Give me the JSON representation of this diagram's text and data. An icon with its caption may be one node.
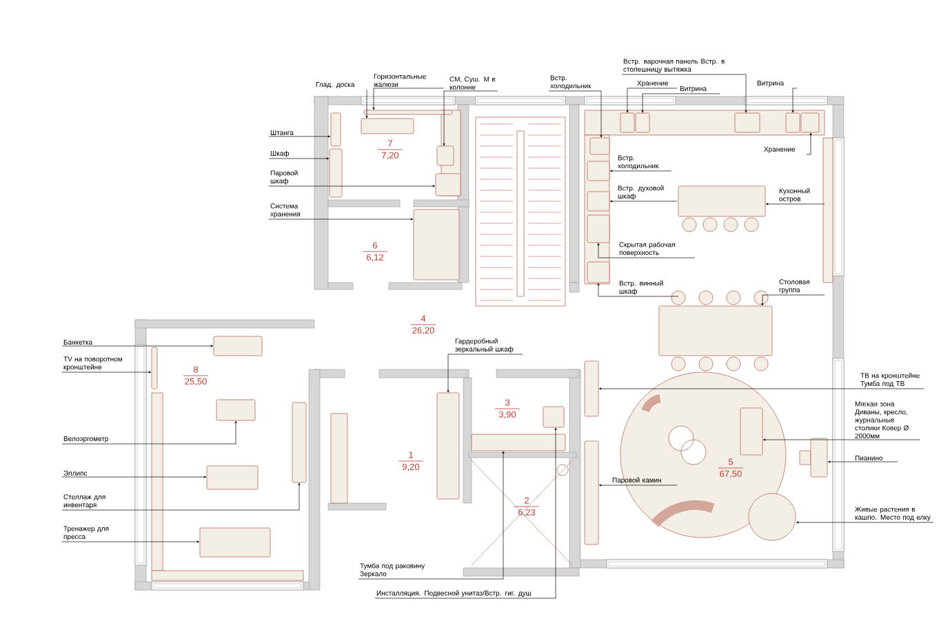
{
  "diagram": {
    "nodes": [
      {
        "text": [
          "Глад. доска"
        ]
      },
      {
        "text": [
          "Горизонтальные жалюзи"
        ]
      },
      {
        "text": [
          "СМ, Суш. М в колонне"
        ]
      },
      {
        "text": [
          "Встр. холодильник"
        ]
      },
      {
        "text": [
          "Встр. варочная панель Встр. в столешницу вытяжка"
        ]
      },
      {
        "text": [
          "Хранение"
        ]
      },
      {
        "text": [
          "Витрина"
        ]
      },
      {
        "text": [
          "Витрина"
        ]
      },
      {
        "text": [
          "Хранение"
        ]
      },
      {
        "text": [
          "Встр. холодильник"
        ]
      },
      {
        "text": [
          "Встр. духовой шкаф"
        ]
      },
      {
        "text": [
          "Кухонный остров"
        ]
      },
      {
        "text": [
          "Скрытая рабочая поверхность"
        ]
      },
      {
        "text": [
          "Встр. винный шкаф"
        ]
      },
      {
        "text": [
          "Столовая группа"
        ]
      },
      {
        "text": [
          "Штанга"
        ]
      },
      {
        "text": [
          "Шкаф"
        ]
      },
      {
        "text": [
          "Паровой шкаф"
        ]
      },
      {
        "text": [
          "Система хранения"
        ]
      },
      {
        "text": [
          "Банкетка"
        ]
      },
      {
        "text": [
          "TV на поворотном кронштейне"
        ]
      },
      {
        "text": [
          "Велоэргометр"
        ]
      },
      {
        "text": [
          "Эллипс"
        ]
      },
      {
        "text": [
          "Стеллаж для инвентаря"
        ]
      },
      {
        "text": [
          "Тренажер для пресса"
        ]
      },
      {
        "text": [
          "Гардеробный зеркальный шкаф"
        ]
      },
      {
        "text": [
          "Тумба под раковину Зеркало"
        ]
      },
      {
        "text": [
          "Инсталляция. Подвесной унитаз/Встр. гиг. душ"
        ]
      },
      {
        "text": [
          "Паровой камин"
        ]
      },
      {
        "text": [
          "ТВ на кронштейне Тумба под ТВ"
        ]
      },
      {
        "text": [
          "Мягкая зона Диваны, кресло, журнальные столики Ковер Ø 2000мм"
        ]
      },
      {
        "text": [
          "Пианино"
        ]
      },
      {
        "text": [
          "Живые растения в кашпо. Место под елку"
        ]
      },
      {
        "text": [],
        "shape": "box"
      },
      {
        "text": [],
        "shape": "box"
      },
      {
        "text": [],
        "shape": "box"
      },
      {
        "text": [],
        "shape": "box"
      },
      {
        "text": [],
        "shape": "box"
      },
      {
        "text": [],
        "shape": "box"
      },
      {
        "text": [],
        "shape": "box"
      },
      {
        "text": [],
        "shape": "box"
      },
      {
        "text": [],
        "shape": "box"
      },
      {
        "text": [],
        "shape": "box"
      },
      {
        "text": [],
        "shape": "box"
      },
      {
        "text": [],
        "shape": "box"
      },
      {
        "text": [],
        "shape": "box"
      },
      {
        "text": [],
        "shape": "box"
      },
      {
        "text": [],
        "shape": "box"
      },
      {
        "text": [],
        "shape": "box"
      },
      {
        "text": [],
        "shape": "box"
      },
      {
        "text": [],
        "shape": "box"
      },
      {
        "text": [],
        "shape": "box"
      },
      {
        "text": [],
        "shape": "box"
      },
      {
        "text": [],
        "shape": "box"
      },
      {
        "text": [],
        "shape": "box"
      },
      {
        "text": [],
        "shape": "box"
      },
      {
        "text": [],
        "shape": "box"
      },
      {
        "text": [],
        "shape": "box"
      },
      {
        "text": [],
        "shape": "box"
      },
      {
        "text": [],
        "shape": "box"
      },
      {
        "text": [],
        "shape": "box"
      },
      {
        "text": [],
        "shape": "box"
      },
      {
        "text": [],
        "shape": "box"
      },
      {
        "text": [],
        "shape": "box"
      },
      {
        "text": [],
        "shape": "box"
      },
      {
        "text": [],
        "shape": "circle"
      }
    ],
    "edges": [
      {
        "from": 0,
        "to": 33,
        "arrow": "to"
      },
      {
        "from": 1,
        "to": 34,
        "arrow": "to"
      },
      {
        "from": 2,
        "to": 35,
        "arrow": "to"
      },
      {
        "from": 3,
        "to": 36,
        "arrow": "to"
      },
      {
        "from": 4,
        "to": 37,
        "arrow": "to"
      },
      {
        "from": 5,
        "to": 38,
        "arrow": "to"
      },
      {
        "from": 6,
        "to": 39,
        "arrow": "to"
      },
      {
        "from": 7,
        "to": 40,
        "arrow": "to"
      },
      {
        "from": 8,
        "to": 41,
        "arrow": "to"
      },
      {
        "from": 9,
        "to": 42,
        "arrow": "to"
      },
      {
        "from": 10,
        "to": 43,
        "arrow": "to"
      },
      {
        "from": 11,
        "to": 44,
        "arrow": "to"
      },
      {
        "from": 12,
        "to": 45,
        "arrow": "to"
      },
      {
        "from": 13,
        "to": 46,
        "arrow": "to"
      },
      {
        "from": 14,
        "to": 47,
        "arrow": "to"
      },
      {
        "from": 15,
        "to": 48,
        "arrow": "to"
      },
      {
        "from": 16,
        "to": 49,
        "arrow": "to"
      },
      {
        "from": 17,
        "to": 50,
        "arrow": "to"
      },
      {
        "from": 18,
        "to": 51,
        "arrow": "to"
      },
      {
        "from": 19,
        "to": 52,
        "arrow": "to"
      },
      {
        "from": 20,
        "to": 53,
        "arrow": "to"
      },
      {
        "from": 21,
        "to": 54,
        "arrow": "to"
      },
      {
        "from": 22,
        "to": 55,
        "arrow": "to"
      },
      {
        "from": 23,
        "to": 56,
        "arrow": "to"
      },
      {
        "from": 24,
        "to": 57,
        "arrow": "to"
      },
      {
        "from": 25,
        "to": 58,
        "arrow": "to"
      },
      {
        "from": 26,
        "to": 59,
        "arrow": "to"
      },
      {
        "from": 27,
        "to": 60,
        "arrow": "to"
      },
      {
        "from": 28,
        "to": 61,
        "arrow": "to"
      },
      {
        "from": 29,
        "to": 62,
        "arrow": "to"
      },
      {
        "from": 30,
        "to": 64,
        "arrow": "to"
      },
      {
        "from": 31,
        "to": 63,
        "arrow": "to"
      },
      {
        "from": 32,
        "to": 65,
        "arrow": "to"
      }
    ],
    "labels": [
      "7",
      "7,20",
      "6",
      "6,12",
      "4",
      "26,20",
      "8",
      "25,50",
      "1",
      "9,20",
      "3",
      "3,90",
      "2",
      "6,23",
      "5",
      "67,50"
    ]
  }
}
